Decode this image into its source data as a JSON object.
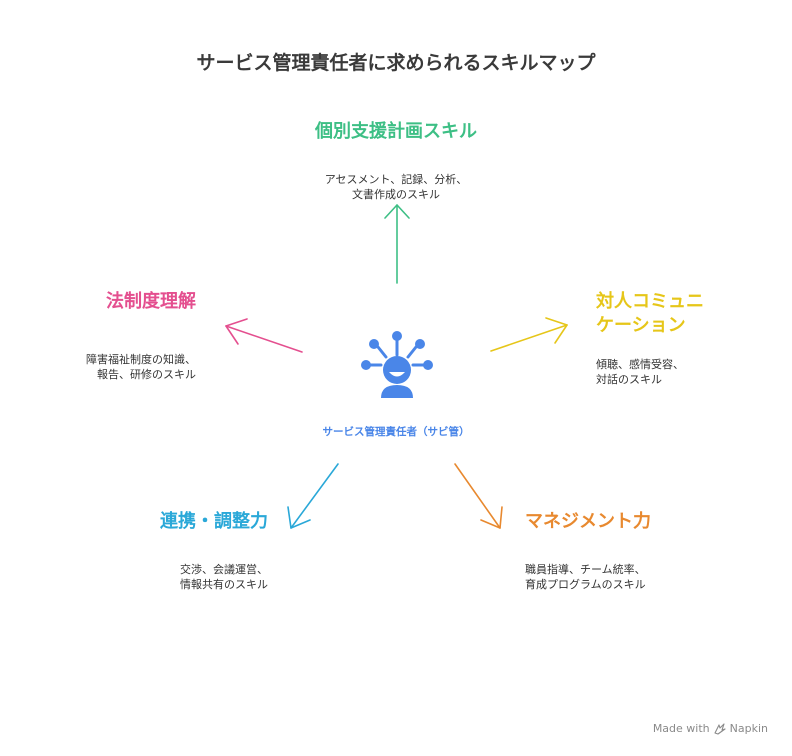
{
  "title": "サービス管理責任者に求められるスキルマップ",
  "center": {
    "label": "サービス管理責任者（サビ管）",
    "icon": "person-network-icon"
  },
  "skills": [
    {
      "id": "plan",
      "heading": "個別支援計画スキル",
      "desc": [
        "アセスメント、記録、分析、",
        "文書作成のスキル"
      ],
      "color": "#3dbf85"
    },
    {
      "id": "comm",
      "heading": [
        "対人コミュニ",
        "ケーション"
      ],
      "desc": [
        "傾聴、感情受容、",
        "対話のスキル"
      ],
      "color": "#e6c619"
    },
    {
      "id": "mgmt",
      "heading": "マネジメント力",
      "desc": [
        "職員指導、チーム統率、",
        "育成プログラムのスキル"
      ],
      "color": "#e8892f"
    },
    {
      "id": "coop",
      "heading": "連携・調整力",
      "desc": [
        "交渉、会議運営、",
        "情報共有のスキル"
      ],
      "color": "#2aa8d8"
    },
    {
      "id": "law",
      "heading": "法制度理解",
      "desc": [
        "障害福祉制度の知識、",
        "報告、研修のスキル"
      ],
      "color": "#e44f8f"
    }
  ],
  "brand": {
    "made_with": "Made with",
    "name": "Napkin"
  }
}
